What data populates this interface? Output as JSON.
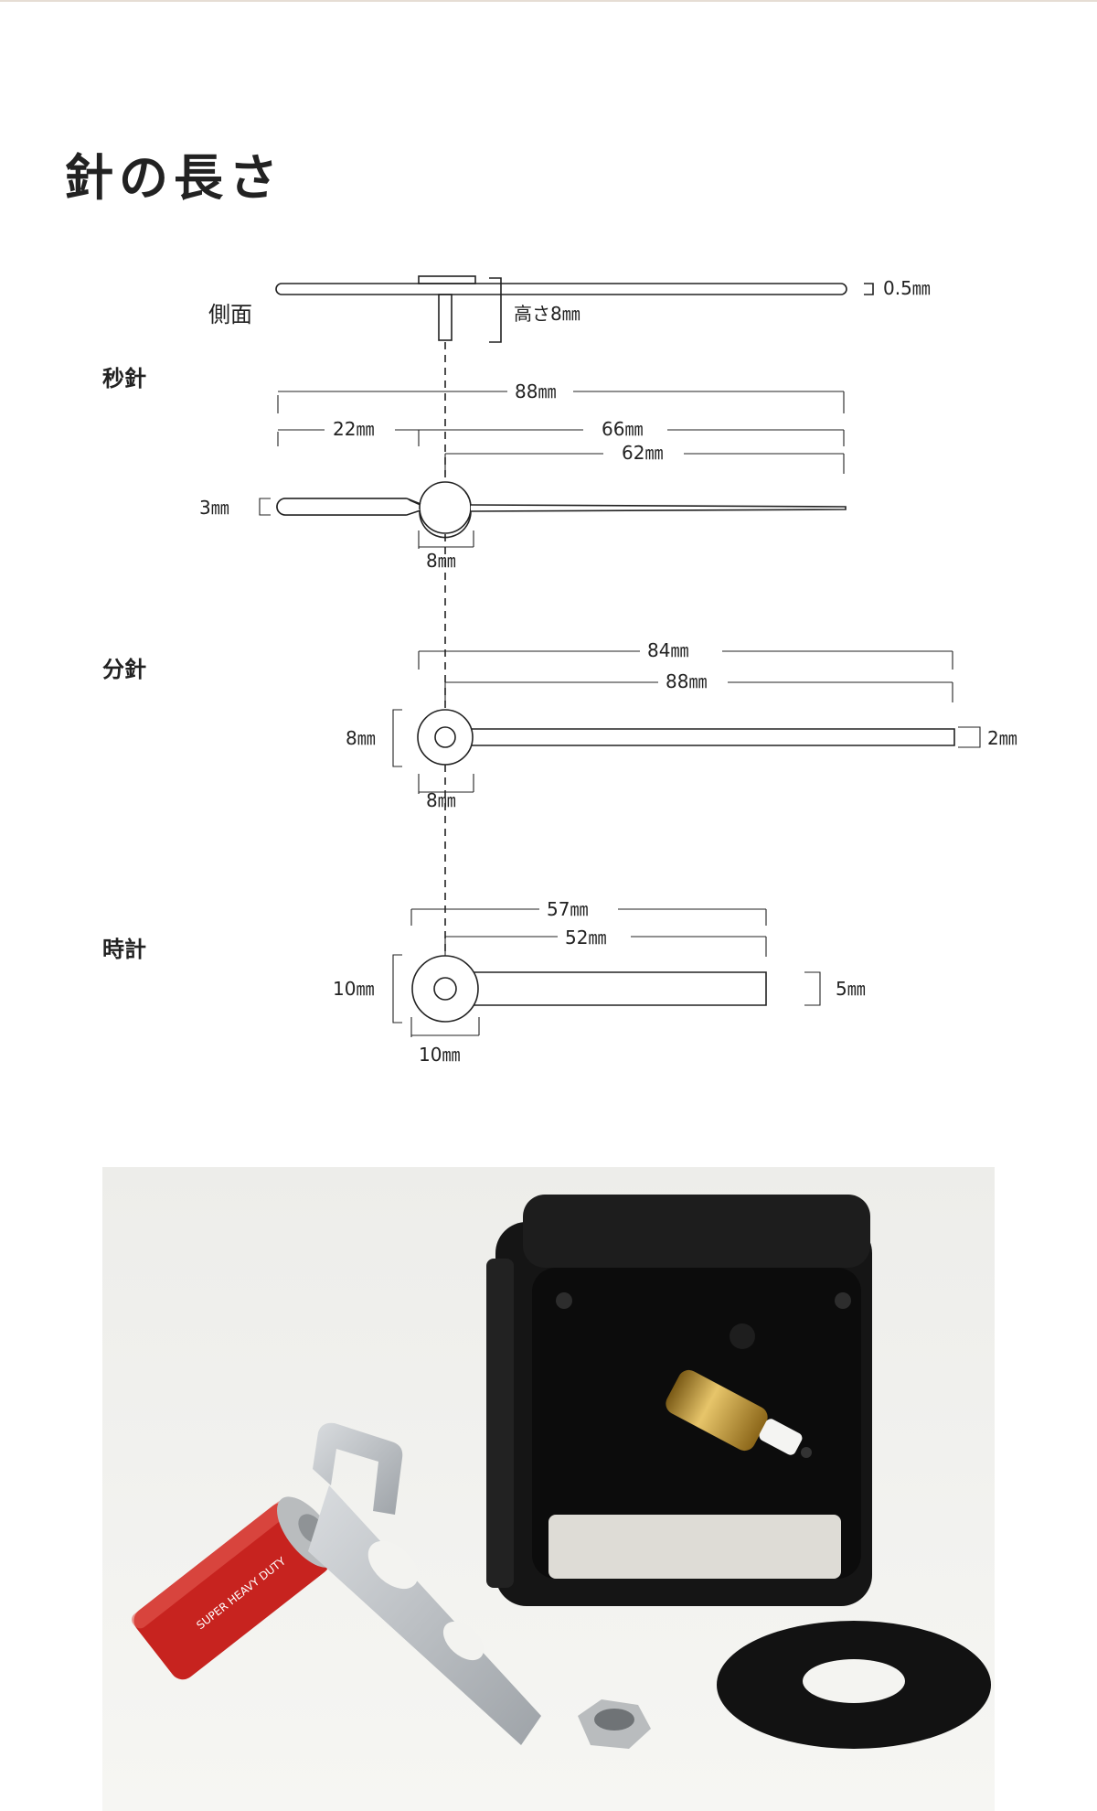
{
  "title": "針の長さ",
  "side_view": {
    "label": "側面",
    "thickness": "0.5㎜",
    "height": "高さ8㎜"
  },
  "second_hand": {
    "label": "秒針",
    "total_length": "88㎜",
    "tail_length": "22㎜",
    "front_length": "66㎜",
    "center_to_tip": "62㎜",
    "tail_width": "3㎜",
    "hub_diameter": "8㎜"
  },
  "minute_hand": {
    "label": "分針",
    "center_to_tip": "84㎜",
    "total_length": "88㎜",
    "hub_height": "8㎜",
    "hub_width": "8㎜",
    "arm_width": "2㎜"
  },
  "hour_hand": {
    "label": "時計",
    "total_length": "57㎜",
    "center_to_tip": "52㎜",
    "hub_height": "10㎜",
    "hub_width": "10㎜",
    "arm_width": "5㎜"
  },
  "photo": {
    "battery_text": "SUPER HEAVY DUTY"
  }
}
